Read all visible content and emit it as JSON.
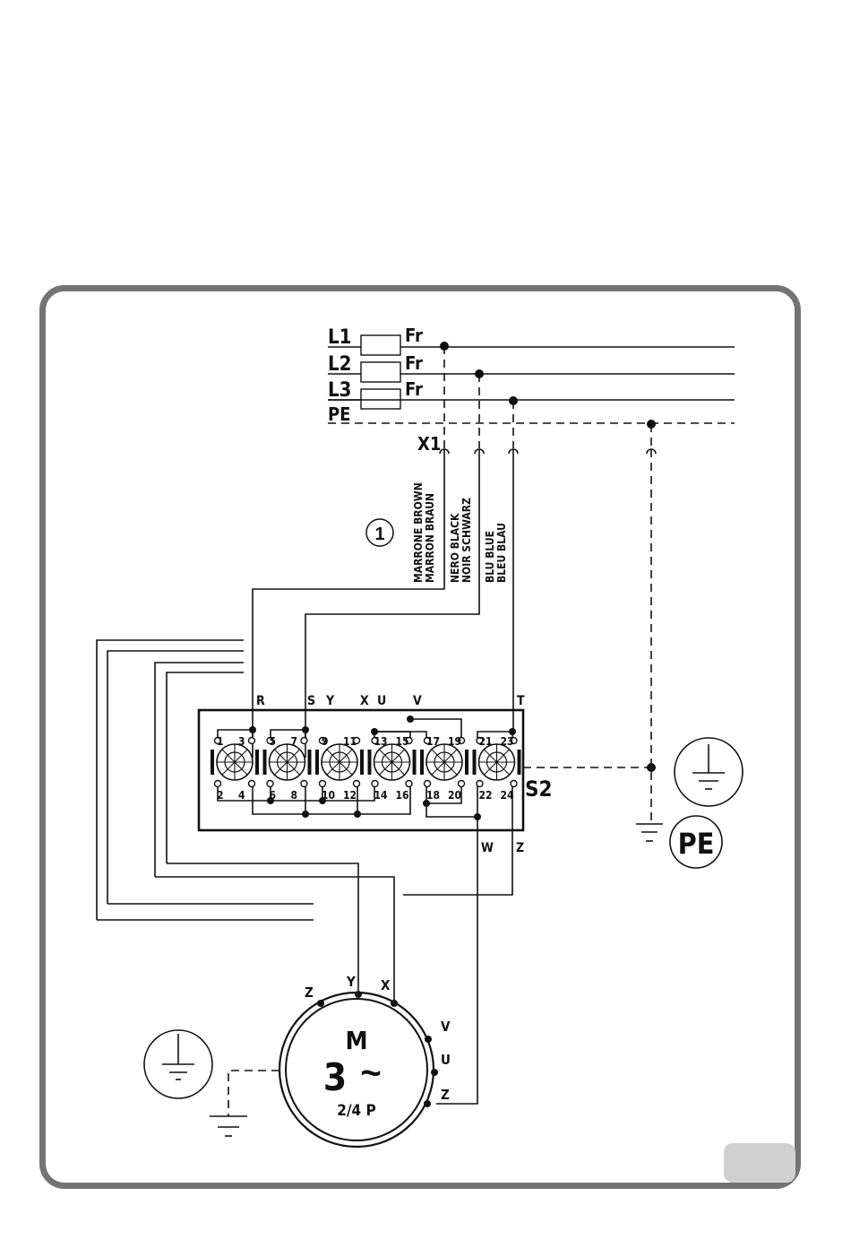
{
  "diagram": {
    "supply": {
      "lines": [
        {
          "label": "L1",
          "fuse": "Fr"
        },
        {
          "label": "L2",
          "fuse": "Fr"
        },
        {
          "label": "L3",
          "fuse": "Fr"
        },
        {
          "label": "PE"
        }
      ],
      "connector": "X1"
    },
    "cable": {
      "marker": "1",
      "wires": [
        {
          "line1": "MARRONE BROWN",
          "line2": "MARRON BRAUN"
        },
        {
          "line1": "NERO BLACK",
          "line2": "NOIR SCHWARZ"
        },
        {
          "line1": "BLU BLUE",
          "line2": "BLEU BLAU"
        }
      ]
    },
    "switch": {
      "label": "S2",
      "top_terminals": [
        "R",
        "S",
        "Y",
        "X",
        "U",
        "V",
        "T"
      ],
      "bottom_terminals": [
        "W",
        "Z"
      ],
      "contacts": [
        {
          "top": [
            "1",
            "3"
          ],
          "bottom": [
            "2",
            "4"
          ]
        },
        {
          "top": [
            "5",
            "7"
          ],
          "bottom": [
            "6",
            "8"
          ]
        },
        {
          "top": [
            "9",
            "11"
          ],
          "bottom": [
            "10",
            "12"
          ]
        },
        {
          "top": [
            "13",
            "15"
          ],
          "bottom": [
            "14",
            "16"
          ]
        },
        {
          "top": [
            "17",
            "19"
          ],
          "bottom": [
            "18",
            "20"
          ]
        },
        {
          "top": [
            "21",
            "23"
          ],
          "bottom": [
            "22",
            "24"
          ]
        }
      ]
    },
    "earth": {
      "pe_label": "PE"
    },
    "motor": {
      "label": "M",
      "phase": "3",
      "ac_symbol": "~",
      "poles": "2/4 P",
      "terminals": [
        "Z",
        "Y",
        "X",
        "V",
        "U",
        "Z"
      ]
    }
  }
}
